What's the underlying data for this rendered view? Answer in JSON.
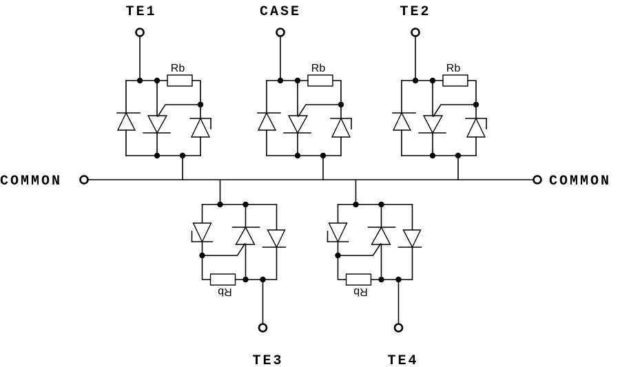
{
  "diagram": {
    "title": "",
    "terminals": {
      "te1": "TE1",
      "case": "CASE",
      "te2": "TE2",
      "te3": "TE3",
      "te4": "TE4",
      "common_left": "COMMON",
      "common_right": "COMMON"
    },
    "cells": [
      {
        "id": "cell-te1",
        "terminal": "TE1",
        "orientation": "up",
        "resistor_label": "Rb"
      },
      {
        "id": "cell-case",
        "terminal": "CASE",
        "orientation": "up",
        "resistor_label": "Rb"
      },
      {
        "id": "cell-te2",
        "terminal": "TE2",
        "orientation": "up",
        "resistor_label": "Rb"
      },
      {
        "id": "cell-te3",
        "terminal": "TE3",
        "orientation": "down",
        "resistor_label": "Rb"
      },
      {
        "id": "cell-te4",
        "terminal": "TE4",
        "orientation": "down",
        "resistor_label": "Rb"
      }
    ],
    "bus_label": "COMMON",
    "components_per_cell": [
      "diode",
      "thyristor",
      "gate-turn-off thyristor",
      "resistor Rb"
    ]
  }
}
